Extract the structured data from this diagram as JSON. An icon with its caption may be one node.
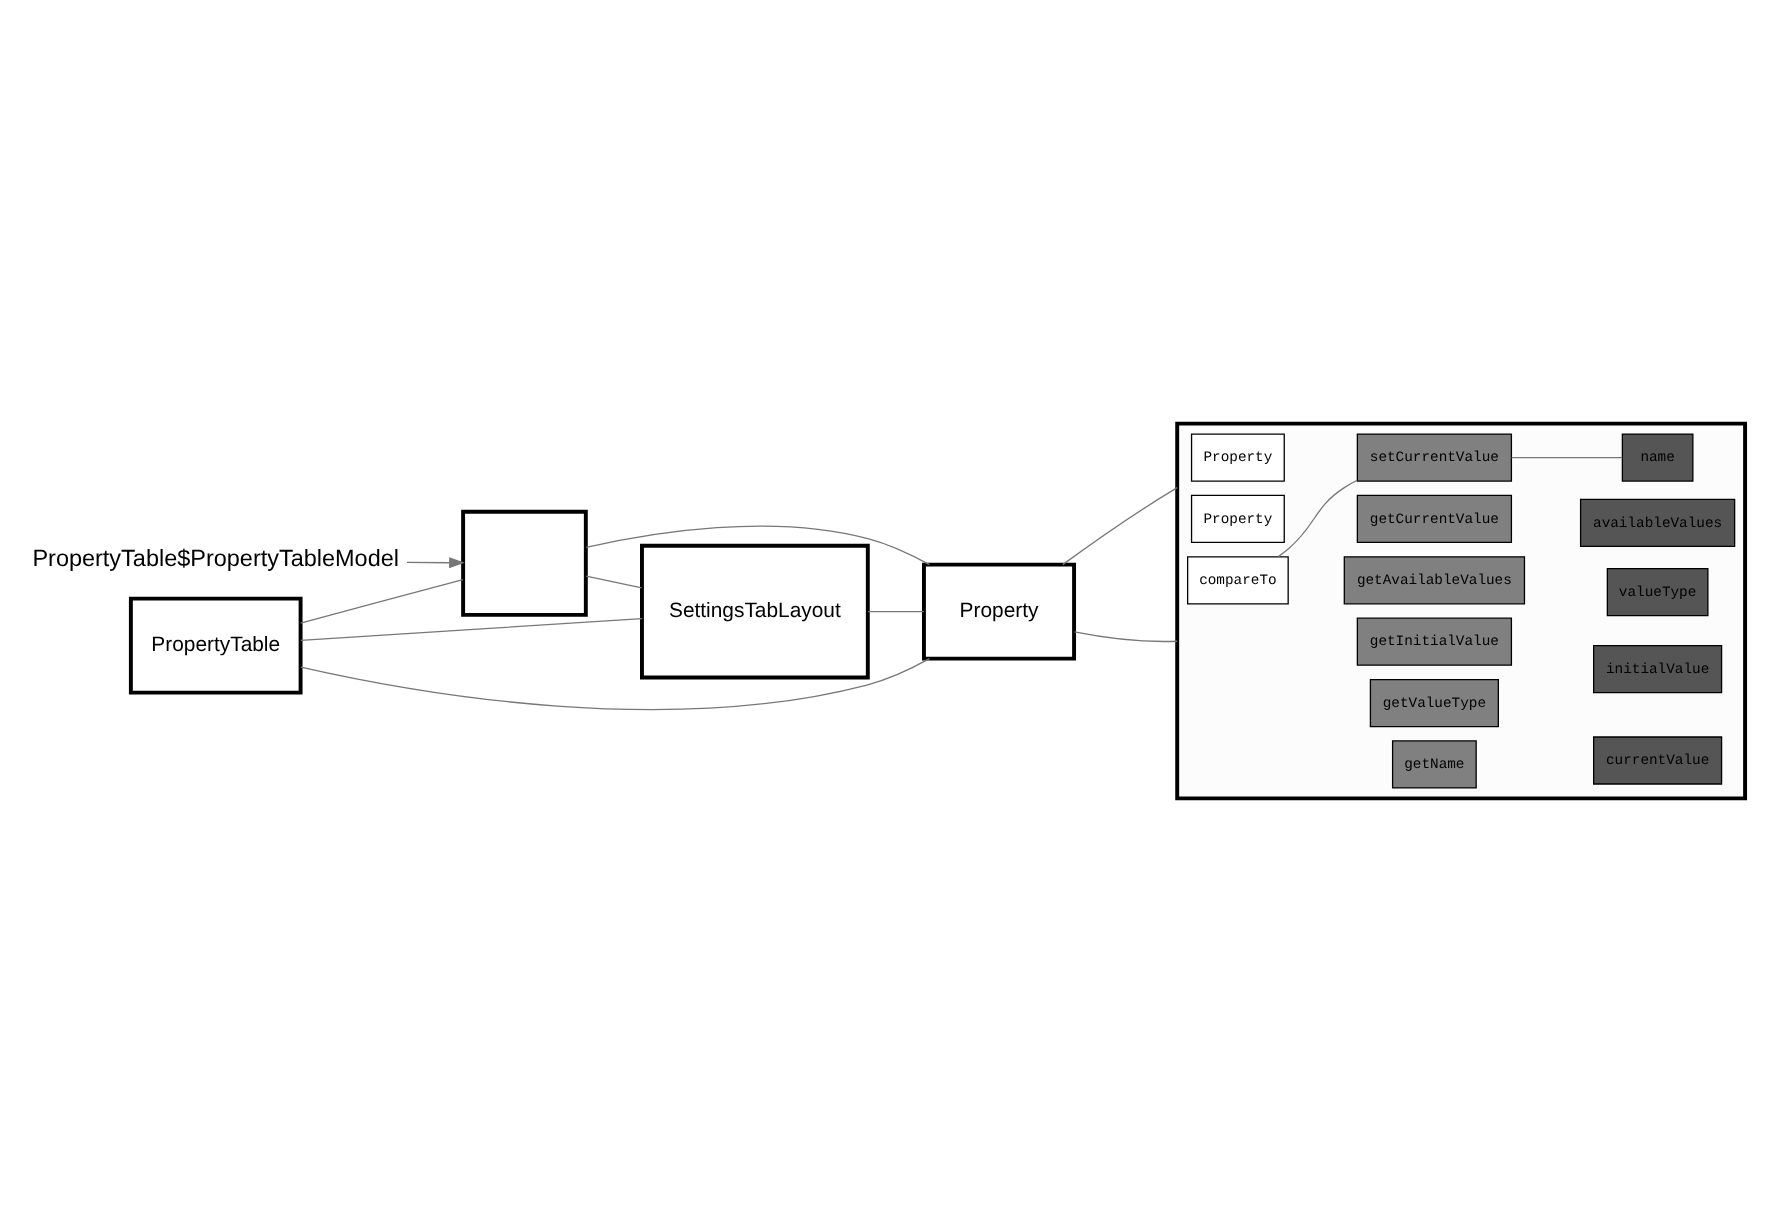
{
  "diagram": {
    "nodes": [
      {
        "text": [
          "PropertyTable$PropertyTableModel"
        ]
      },
      {
        "text": [
          "PropertyTable"
        ]
      },
      {
        "text": [],
        "shape": "box"
      },
      {
        "text": [
          "SettingsTabLayout"
        ]
      },
      {
        "text": [
          "Property"
        ]
      },
      {
        "text": [],
        "shape": "box"
      },
      {
        "text": [
          "Property"
        ],
        "in": 5
      },
      {
        "text": [
          "Property"
        ],
        "in": 5
      },
      {
        "text": [
          "compareTo"
        ],
        "in": 5
      },
      {
        "text": [
          "setCurrentValue"
        ],
        "in": 5
      },
      {
        "text": [
          "getCurrentValue"
        ],
        "in": 5
      },
      {
        "text": [
          "getAvailableValues"
        ],
        "in": 5
      },
      {
        "text": [
          "getInitialValue"
        ],
        "in": 5
      },
      {
        "text": [
          "getValueType"
        ],
        "in": 5
      },
      {
        "text": [
          "getName"
        ],
        "in": 5
      },
      {
        "text": [
          "name"
        ],
        "in": 5
      },
      {
        "text": [
          "availableValues"
        ],
        "in": 5
      },
      {
        "text": [
          "valueType"
        ],
        "in": 5
      },
      {
        "text": [
          "initialValue"
        ],
        "in": 5
      },
      {
        "text": [
          "currentValue"
        ],
        "in": 5
      }
    ],
    "edges": [
      {
        "from": 0,
        "to": 2,
        "arrow": "to"
      },
      {
        "from": 1,
        "to": 2,
        "arrow": "none"
      },
      {
        "from": 1,
        "to": 3,
        "arrow": "none"
      },
      {
        "from": 1,
        "to": 4,
        "arrow": "none"
      },
      {
        "from": 2,
        "to": 3,
        "arrow": "none"
      },
      {
        "from": 2,
        "to": 4,
        "arrow": "none"
      },
      {
        "from": 3,
        "to": 4,
        "arrow": "none"
      },
      {
        "from": 4,
        "to": 5,
        "arrow": "none"
      },
      {
        "from": 4,
        "to": 5,
        "arrow": "none"
      },
      {
        "from": 8,
        "to": 9,
        "arrow": "none"
      },
      {
        "from": 9,
        "to": 15,
        "arrow": "none"
      }
    ]
  }
}
